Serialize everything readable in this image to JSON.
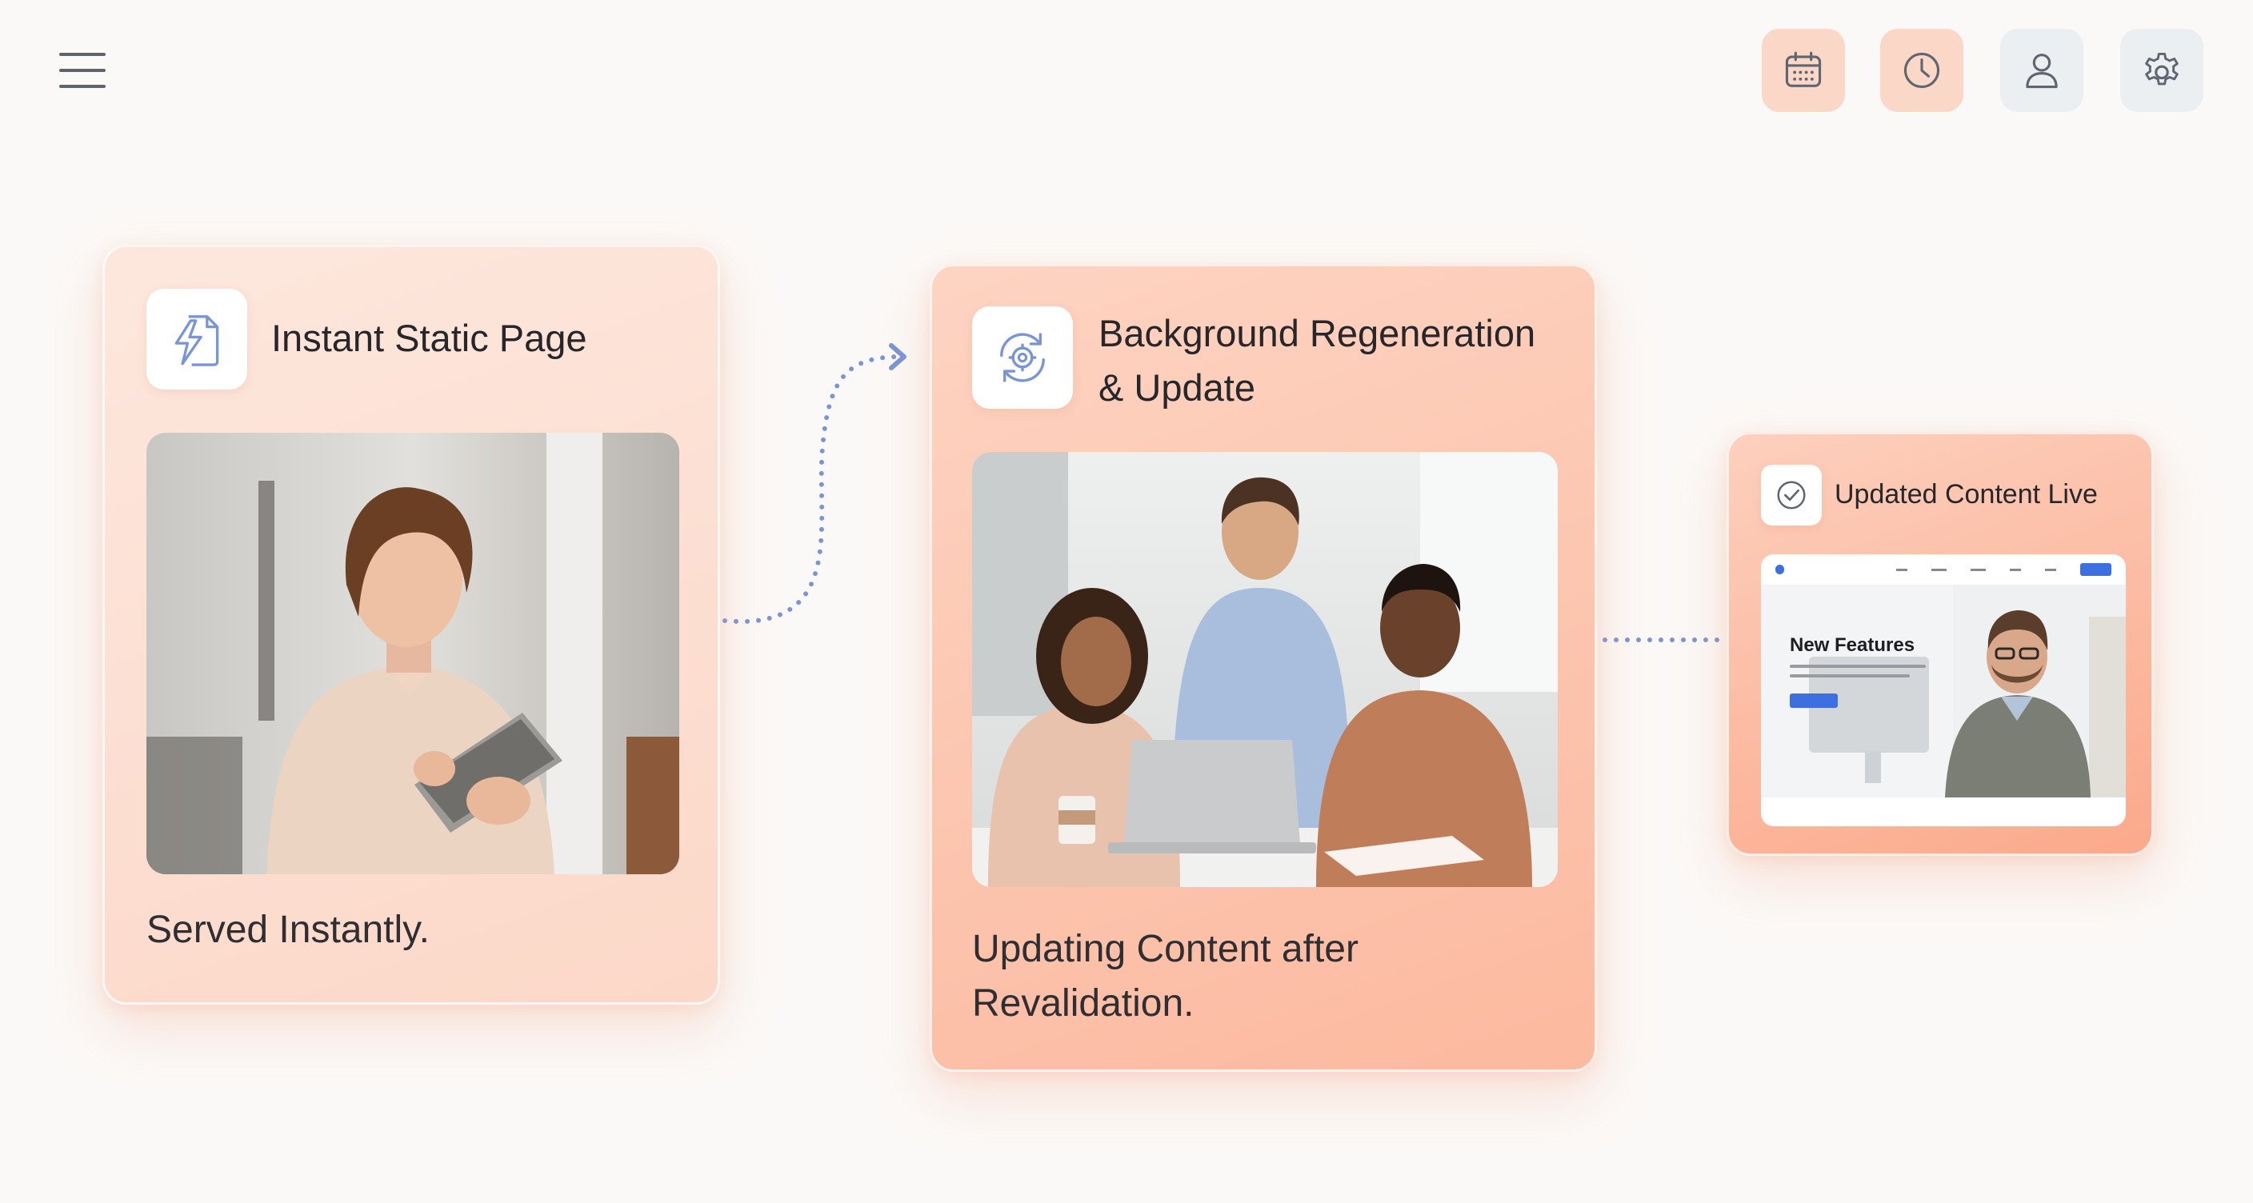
{
  "toolbar": {
    "items": [
      {
        "icon": "calendar-icon",
        "style": "warm"
      },
      {
        "icon": "clock-icon",
        "style": "warm"
      },
      {
        "icon": "user-icon",
        "style": "cool"
      },
      {
        "icon": "gear-icon",
        "style": "cool"
      }
    ]
  },
  "cards": {
    "static": {
      "icon": "static-page-bolt-icon",
      "title": "Instant Static Page",
      "caption": "Served Instantly."
    },
    "regen": {
      "icon": "regeneration-gear-icon",
      "title_line1": "Background Regeneration",
      "title_line2": "& Update",
      "caption_line1": "Updating Content after",
      "caption_line2": "Revalidation."
    },
    "live": {
      "icon": "check-circle-icon",
      "title": "Updated Content Live",
      "preview_heading": "New Features"
    }
  },
  "colors": {
    "accent_blue": "#7a95d6",
    "card_peach": "#fcb99f",
    "button_warm": "#fbd7c8",
    "button_cool": "#eceff2"
  }
}
